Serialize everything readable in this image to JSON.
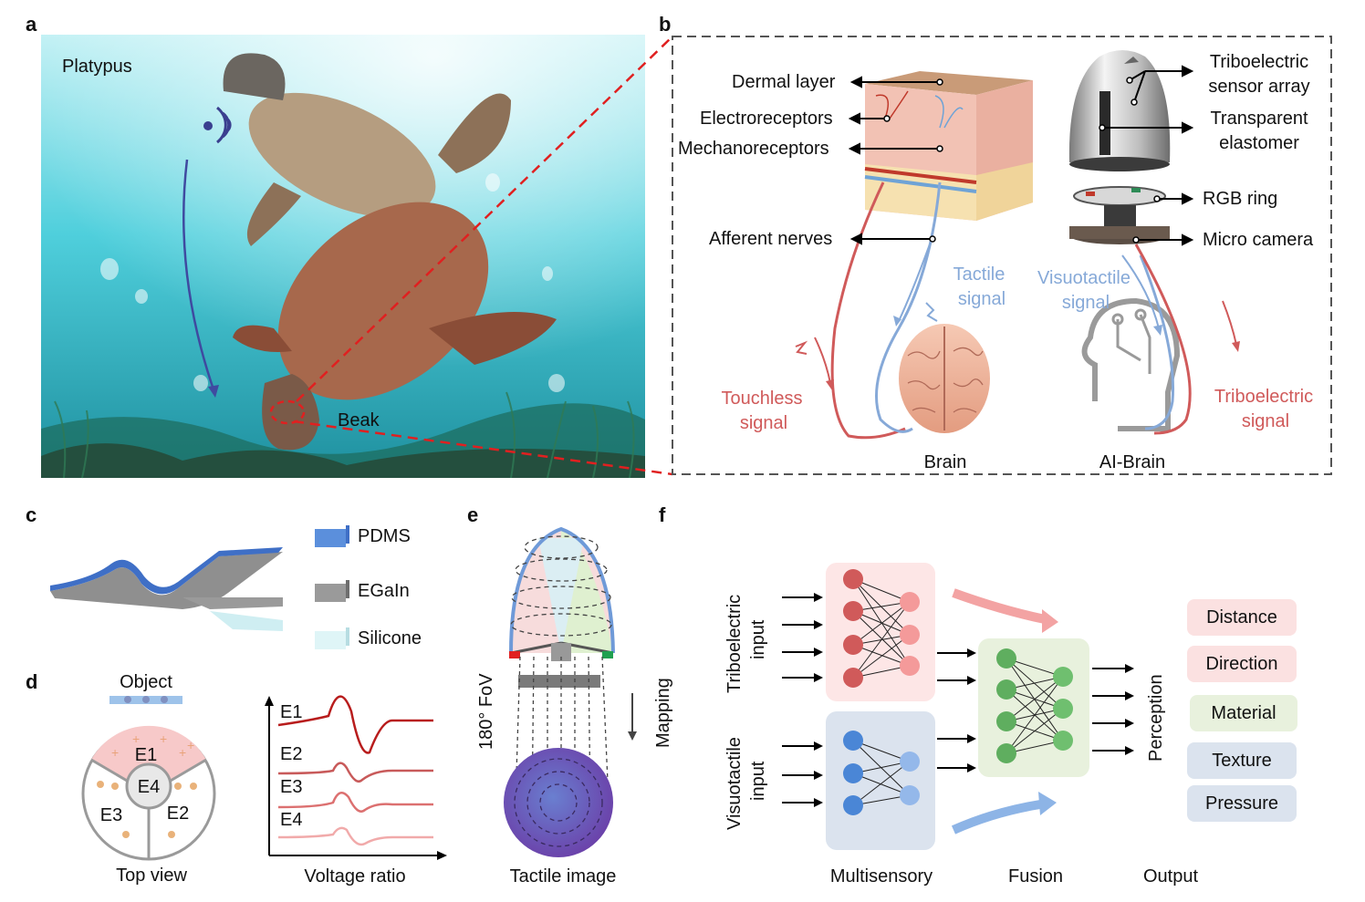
{
  "panels": {
    "a": "a",
    "b": "b",
    "c": "c",
    "d": "d",
    "e": "e",
    "f": "f"
  },
  "panel_a": {
    "platypus": "Platypus",
    "beak": "Beak"
  },
  "panel_b": {
    "dermal_layer": "Dermal layer",
    "electroreceptors": "Electroreceptors",
    "mechanoreceptors": "Mechanoreceptors",
    "afferent_nerves": "Afferent nerves",
    "tactile_signal": [
      "Tactile",
      "signal"
    ],
    "visuotactile_signal": [
      "Visuotactile",
      "signal"
    ],
    "touchless_signal": [
      "Touchless",
      "signal"
    ],
    "triboelectric_signal": [
      "Triboelectric",
      "signal"
    ],
    "brain": "Brain",
    "ai_brain": "AI-Brain",
    "triboelectric_sensor_array": [
      "Triboelectric",
      "sensor array"
    ],
    "transparent_elastomer": [
      "Transparent",
      "elastomer"
    ],
    "rgb_ring": "RGB ring",
    "micro_camera": "Micro camera"
  },
  "panel_c": {
    "legend": [
      "PDMS",
      "EGaIn",
      "Silicone"
    ],
    "colors": {
      "pdms": "#5b8fdc",
      "egain": "#8f8f8f",
      "silicone": "#cfeef2"
    }
  },
  "panel_d": {
    "object": "Object",
    "electrodes": [
      "E1",
      "E2",
      "E3",
      "E4"
    ],
    "top_view": "Top view",
    "voltage_ratio": "Voltage ratio",
    "trace_labels": [
      "E1",
      "E2",
      "E3",
      "E4"
    ],
    "trace_colors": [
      "#b81d1d",
      "#c85a5a",
      "#dc7070",
      "#f1aaaa"
    ]
  },
  "panel_e": {
    "fov": "180° FoV",
    "mapping": "Mapping",
    "tactile_image": "Tactile image"
  },
  "panel_f": {
    "triboelectric_input": [
      "Triboelectric",
      "input"
    ],
    "visuotactile_input": [
      "Visuotactile",
      "input"
    ],
    "perception": "Perception",
    "outputs": [
      "Distance",
      "Direction",
      "Material",
      "Texture",
      "Pressure"
    ],
    "output_colors": [
      "#fbe1e1",
      "#fbe1e1",
      "#e8f1dd",
      "#dbe3ee",
      "#dbe3ee"
    ],
    "multisensory": "Multisensory",
    "fusion": "Fusion",
    "output": "Output"
  }
}
